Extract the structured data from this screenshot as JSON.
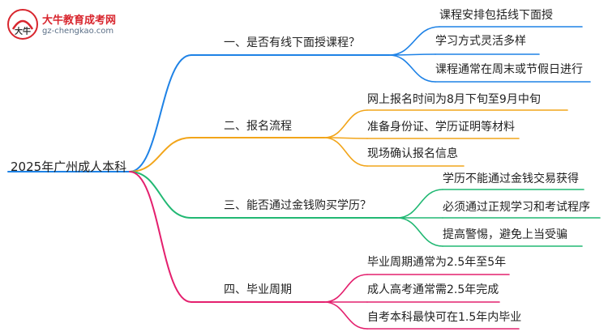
{
  "logo": {
    "title": "大牛教育成考网",
    "url": "gz-chengkao.com",
    "mark_text": "大牛"
  },
  "colors": {
    "blue": "#1e82e6",
    "orange": "#f2a51a",
    "green": "#21b873",
    "pink": "#e4206e",
    "root_stem": "#1e82e6"
  },
  "root": "2025年广州成人本科",
  "branches": [
    {
      "title": "一、是否有线下面授课程？",
      "color": "blue",
      "leaves": [
        "课程安排包括线下面授",
        "学习方式灵活多样",
        "课程通常在周末或节假日进行"
      ]
    },
    {
      "title": "二、报名流程",
      "color": "orange",
      "leaves": [
        "网上报名时间为8月下旬至9月中旬",
        "准备身份证、学历证明等材料",
        "现场确认报名信息"
      ]
    },
    {
      "title": "三、能否通过金钱购买学历？",
      "color": "green",
      "leaves": [
        "学历不能通过金钱交易获得",
        "必须通过正规学习和考试程序",
        "提高警惕，避免上当受骗"
      ]
    },
    {
      "title": "四、毕业周期",
      "color": "pink",
      "leaves": [
        "毕业周期通常为2.5年至5年",
        "成人高考通常需2.5年完成",
        "自考本科最快可在1.5年内毕业"
      ]
    }
  ]
}
